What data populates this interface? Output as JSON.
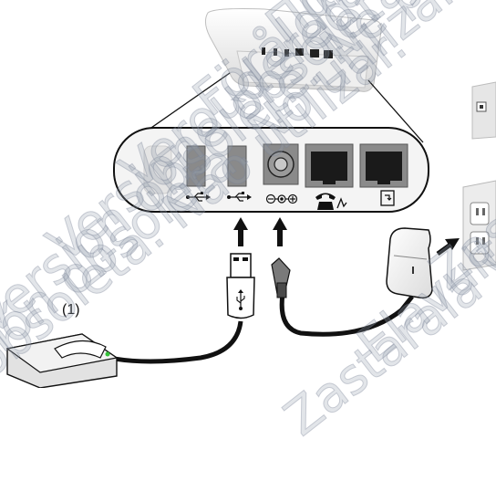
{
  "label_step": "(1)",
  "watermark": {
    "lines": [
      "Versión obsoleta. No utilizar.",
      "Version obsolète. Ne pas utiliser.",
      "Versione obsoleta. Non utilizzare.",
      "Veroudered versie. Niet gebruiken.",
      "Föråldrad version. Använd ej.",
      "Παλιά έκδοση. Μην τη χρησιμοποιείτε.",
      "Versão obsoleta. Não utilizar.",
      "Zastaralá verze. Nepoužívat.",
      "Elavult verzió. Ne használja!",
      "Zastaraná verzia. Nepoužívať."
    ]
  },
  "ports": [
    {
      "id": "usb-1",
      "icon": "usb-icon"
    },
    {
      "id": "usb-2",
      "icon": "usb-icon"
    },
    {
      "id": "power",
      "icon": "dc-power-polarity-icon"
    },
    {
      "id": "phone",
      "icon": "telephone-icon"
    },
    {
      "id": "line",
      "icon": "wall-jack-icon"
    }
  ],
  "colors": {
    "port_grey": "#8a8a8a",
    "outline": "#111111",
    "jack_black": "#1a1a1a",
    "led_green": "#35c23a"
  }
}
